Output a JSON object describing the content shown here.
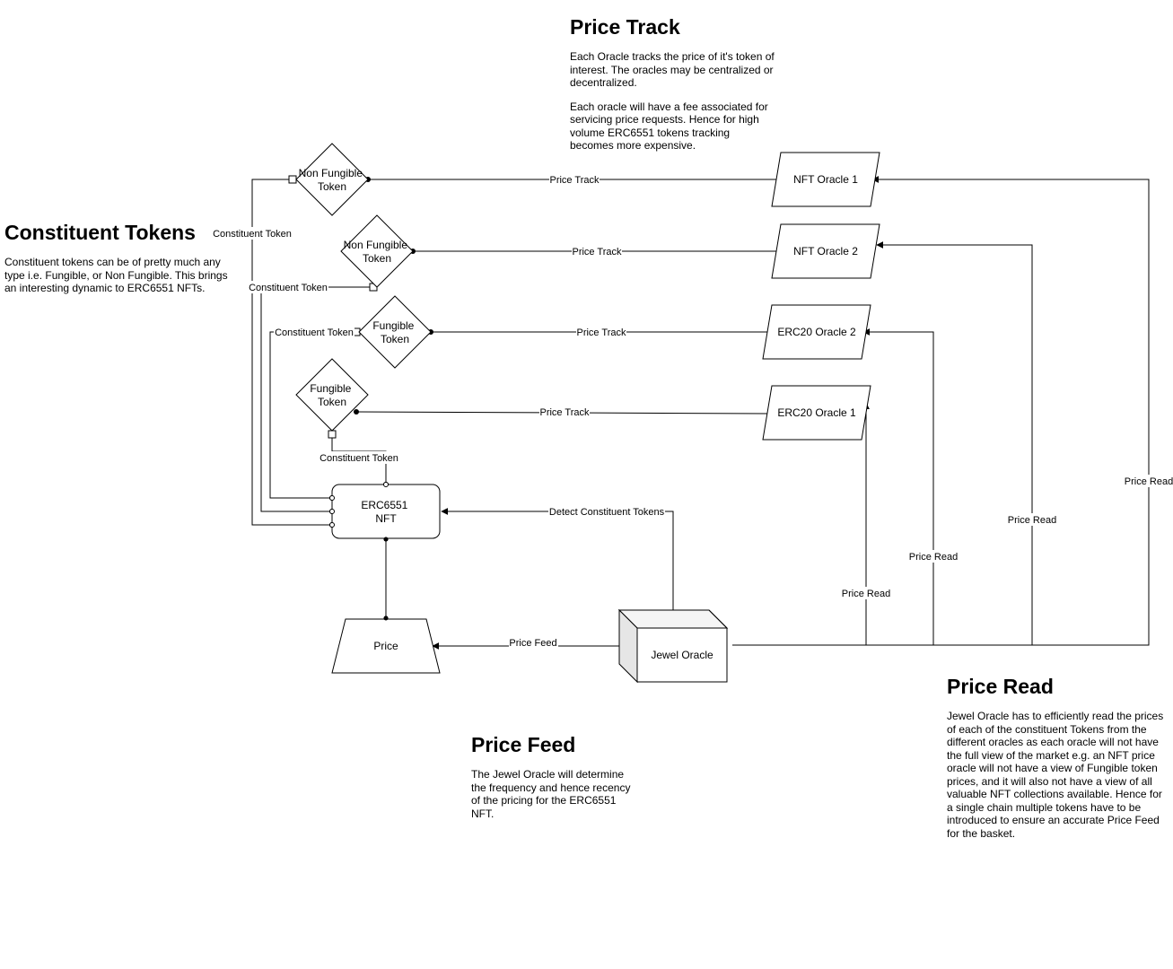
{
  "nodes": {
    "nft_token_1": "Non Fungible Token",
    "nft_token_2": "Non Fungible Token",
    "fungible_token_1": "Fungible Token",
    "fungible_token_2": "Fungible Token",
    "nft_oracle_1": "NFT Oracle 1",
    "nft_oracle_2": "NFT Oracle 2",
    "erc20_oracle_2": "ERC20 Oracle 2",
    "erc20_oracle_1": "ERC20 Oracle 1",
    "erc6551_nft": "ERC6551 NFT",
    "price": "Price",
    "jewel_oracle": "Jewel Oracle"
  },
  "edges": {
    "price_track": "Price Track",
    "constituent_token": "Constituent Token",
    "detect_constituent_tokens": "Detect Constituent Tokens",
    "price_feed": "Price Feed",
    "price_read": "Price Read"
  },
  "sections": {
    "price_track": {
      "title": "Price Track",
      "paragraphs": [
        "Each Oracle tracks the price of it's token of interest. The oracles may be centralized or decentralized.",
        "Each oracle will have a fee associated for servicing price requests. Hence for high volume ERC6551 tokens tracking becomes more expensive."
      ]
    },
    "constituent_tokens": {
      "title": "Constituent Tokens",
      "paragraphs": [
        "Constituent tokens can be of pretty much any type i.e. Fungible, or Non Fungible. This brings an interesting dynamic to ERC6551 NFTs."
      ]
    },
    "price_read": {
      "title": "Price Read",
      "paragraphs": [
        "Jewel Oracle has to efficiently read the prices of each of the constituent Tokens from the different oracles as each oracle will not have the full view of the market e.g. an NFT price oracle will not have a view of Fungible token prices, and it will also not have a view of all valuable NFT collections available. Hence for a single chain multiple tokens have to be introduced to ensure an accurate Price Feed for the basket."
      ]
    },
    "price_feed": {
      "title": "Price Feed",
      "paragraphs": [
        "The Jewel Oracle will determine the frequency and hence recency of the pricing for the ERC6551 NFT."
      ]
    }
  }
}
